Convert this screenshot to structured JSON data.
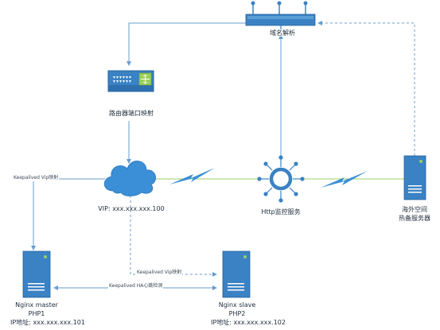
{
  "labels": {
    "dns": "域名解析",
    "router": "路由器端口映射",
    "vip": "VIP: xxx.xxx.xxx.100",
    "http_monitor": "Http监控服务",
    "overseas_line1": "海外空间",
    "overseas_line2": "热备服务器",
    "keepalived_left": "Keepalived Vip映射",
    "keepalived_mid": "Keepalived Vip映射",
    "keepalived_ha": "Keepalived HA心跳检测",
    "nginx_master": "Nginx master",
    "php1": "PHP1",
    "ip1": "IP地址: xxx.xxx.xxx.101",
    "nginx_slave": "Nginx slave",
    "php2": "PHP2",
    "ip2": "IP地址: xxx.xxx.xxx.102"
  },
  "colors": {
    "device_blue": "#3a82c4",
    "device_dark": "#25619a",
    "line_blue": "#6a9ccd",
    "line_green": "#9ccc65",
    "accent_green": "#9ad05e"
  },
  "icons": {
    "dns": "dns-server-icon",
    "router": "router-icon",
    "cloud": "cloud-icon",
    "monitor": "http-monitor-icon",
    "server": "server-tower-icon",
    "wan": "lightning-link-icon"
  }
}
